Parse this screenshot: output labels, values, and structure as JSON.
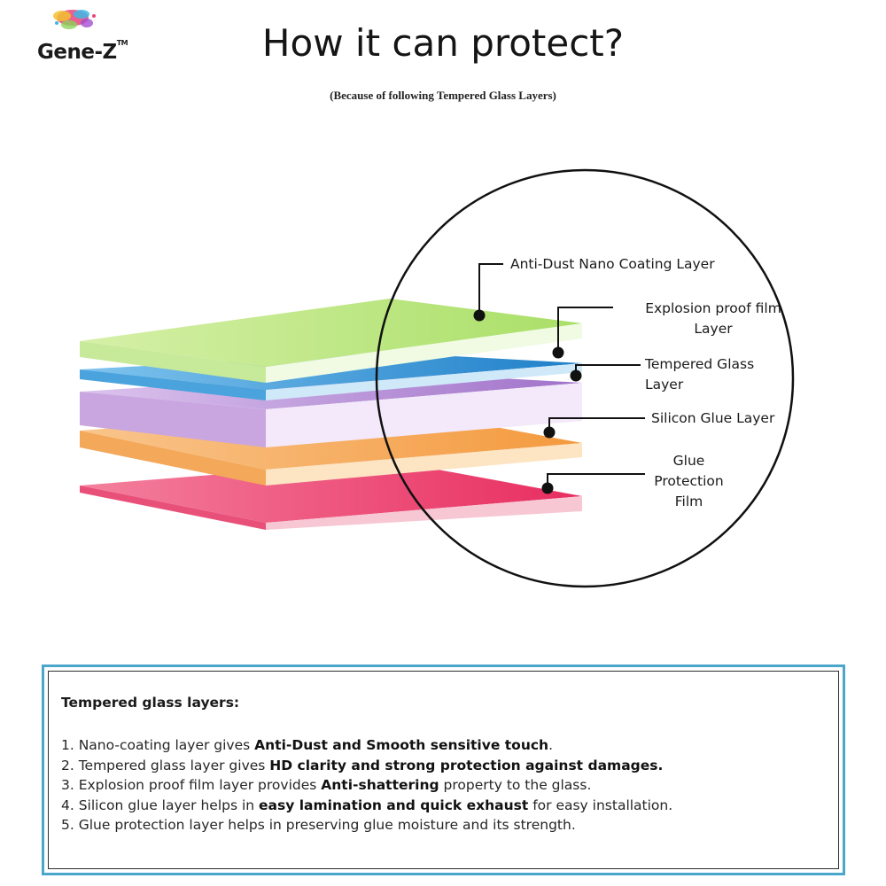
{
  "brand": {
    "name": "Gene-Z",
    "tm": "TM",
    "splash_colors": [
      "#e8457a",
      "#f2c230",
      "#3fb6e6",
      "#8bd35a",
      "#a24fd1"
    ]
  },
  "header": {
    "title": "How it can protect?",
    "subtitle": "(Because of following Tempered Glass Layers)"
  },
  "layers": [
    {
      "id": "anti-dust",
      "label": "Anti-Dust Nano Coating Layer",
      "color": "#c8ec88"
    },
    {
      "id": "explosion",
      "label": "Explosion proof film Layer",
      "label_lines": [
        "Explosion proof film",
        "Layer"
      ],
      "color": "#2f8fd3"
    },
    {
      "id": "tempered",
      "label": "Tempered Glass Layer",
      "label_lines": [
        "Tempered Glass",
        "Layer"
      ],
      "color": "#b98ad6"
    },
    {
      "id": "silicon",
      "label": "Silicon Glue Layer",
      "color": "#f6a24e"
    },
    {
      "id": "glue-protection",
      "label": "Glue Protection Film",
      "label_lines": [
        "Glue",
        "Protection",
        "Film"
      ],
      "color": "#ec3b6b"
    }
  ],
  "info_box": {
    "border_color": "#4aa7cb",
    "heading": "Tempered glass layers:",
    "items": [
      {
        "pre": "1. Nano-coating layer gives ",
        "bold": "Anti-Dust and Smooth sensitive touch",
        "post": "."
      },
      {
        "pre": "2. Tempered glass layer gives  ",
        "bold": "HD clarity and strong protection against damages.",
        "post": ""
      },
      {
        "pre": "3. Explosion proof film layer provides ",
        "bold": "Anti-shattering",
        "post": " property to the glass."
      },
      {
        "pre": "4. Silicon glue layer helps in ",
        "bold": "easy lamination and quick exhaust",
        "post": " for easy installation."
      },
      {
        "pre": "5. Glue protection layer helps in preserving glue moisture and its strength.",
        "bold": "",
        "post": ""
      }
    ]
  }
}
